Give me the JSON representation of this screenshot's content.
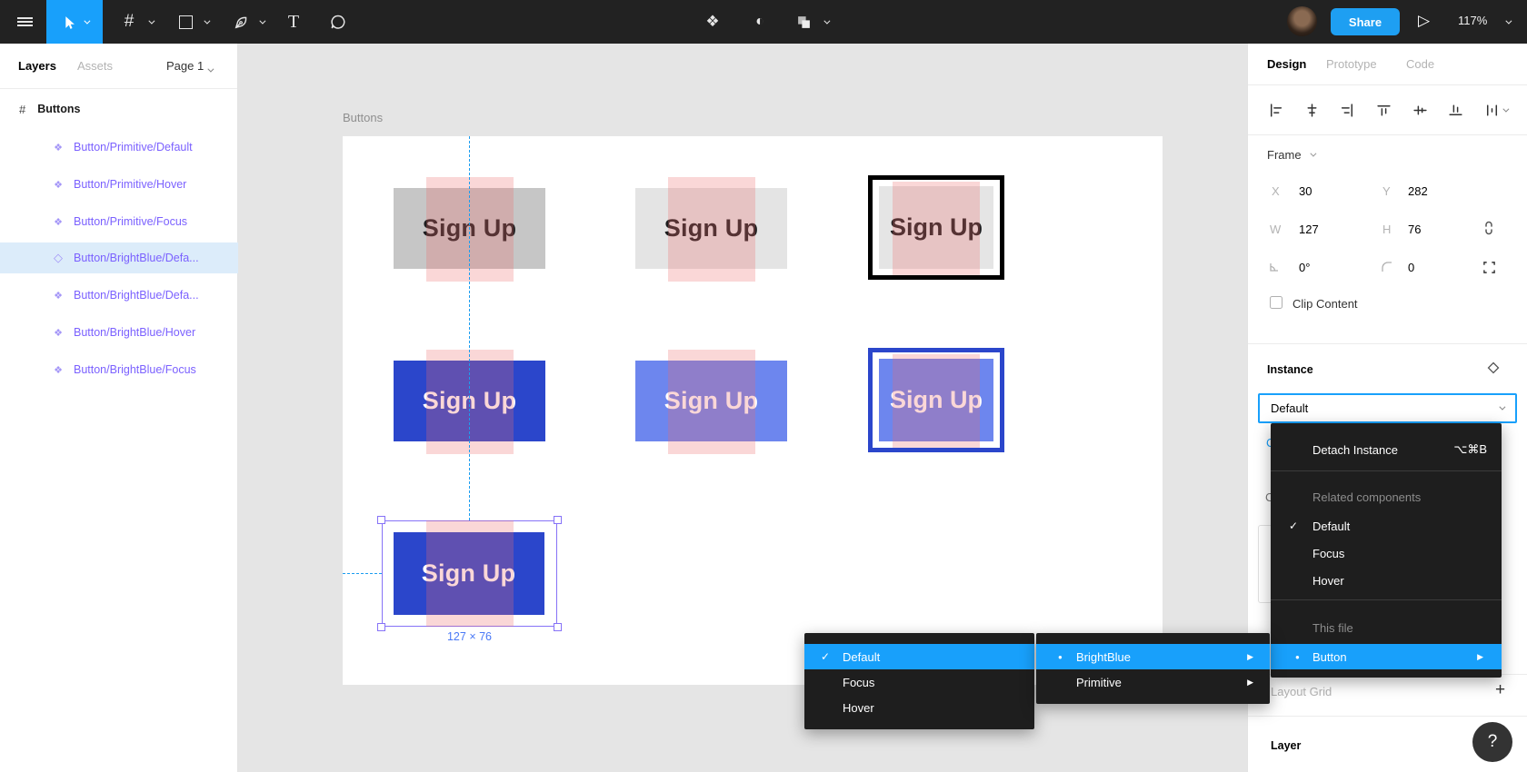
{
  "toolbar": {
    "share_label": "Share",
    "zoom_label": "117%"
  },
  "left_panel": {
    "tab_layers": "Layers",
    "tab_assets": "Assets",
    "page_label": "Page 1",
    "frame_layer": "Buttons",
    "layers": [
      {
        "label": "Button/Primitive/Default"
      },
      {
        "label": "Button/Primitive/Hover"
      },
      {
        "label": "Button/Primitive/Focus"
      },
      {
        "label": "Button/BrightBlue/Defa..."
      },
      {
        "label": "Button/BrightBlue/Defa..."
      },
      {
        "label": "Button/BrightBlue/Hover"
      },
      {
        "label": "Button/BrightBlue/Focus"
      }
    ]
  },
  "canvas": {
    "frame_label": "Buttons",
    "button_label": "Sign Up",
    "size_label": "127 × 76"
  },
  "right_panel": {
    "tabs": {
      "design": "Design",
      "prototype": "Prototype",
      "code": "Code"
    },
    "frame_section": {
      "title": "Frame",
      "x_label": "X",
      "x_value": "30",
      "y_label": "Y",
      "y_value": "282",
      "w_label": "W",
      "w_value": "127",
      "h_label": "H",
      "h_value": "76",
      "rotation_value": "0°",
      "radius_value": "0",
      "clip_label": "Clip Content"
    },
    "instance_section": {
      "title": "Instance",
      "value": "Default",
      "hidden_link_fragment": "C",
      "hidden_header_fragment": "C"
    },
    "layout_grid_label": "Layout Grid",
    "layer_label": "Layer",
    "help_label": "?"
  },
  "menus": {
    "instance_menu": {
      "detach": {
        "label": "Detach Instance",
        "shortcut": "⌥⌘B"
      },
      "related_header": "Related components",
      "related": [
        {
          "label": "Default"
        },
        {
          "label": "Focus"
        },
        {
          "label": "Hover"
        }
      ],
      "file_header": "This file",
      "file_item": {
        "label": "Button"
      }
    },
    "state_menu": {
      "items": [
        {
          "label": "Default"
        },
        {
          "label": "Focus"
        },
        {
          "label": "Hover"
        }
      ]
    },
    "variant_menu": {
      "items": [
        {
          "label": "BrightBlue"
        },
        {
          "label": "Primitive"
        }
      ]
    }
  },
  "icons": {
    "check": "✓",
    "bullet": "●",
    "submenu_arrow": "▶",
    "component": "❖",
    "instance": "◇",
    "frame": "#",
    "mask": "◐",
    "text_tool": "T",
    "play": "▷",
    "plus": "+"
  },
  "colors": {
    "accent_blue": "#18a0fb",
    "component_purple": "#7b61ff",
    "button_blue": "#2b46cb",
    "button_periwinkle": "#6d86ee",
    "selection_purple": "#8672f7",
    "padding_pink": "rgba(235,108,108,0.27)",
    "menu_bg": "#1e1e1e"
  }
}
